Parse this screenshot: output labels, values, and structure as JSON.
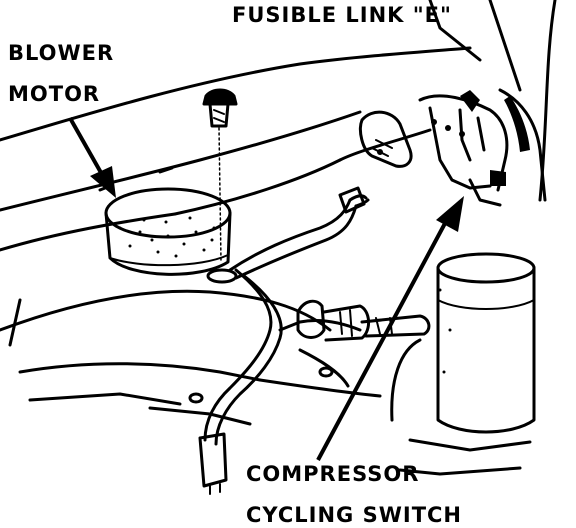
{
  "labels": {
    "fusible_link": "FUSIBLE LINK \"E\"",
    "blower_motor_line1": "BLOWER",
    "blower_motor_line2": "MOTOR",
    "compressor_line1": "COMPRESSOR",
    "compressor_line2": "CYCLING SWITCH"
  },
  "colors": {
    "ink": "#000000",
    "paper": "#ffffff"
  }
}
